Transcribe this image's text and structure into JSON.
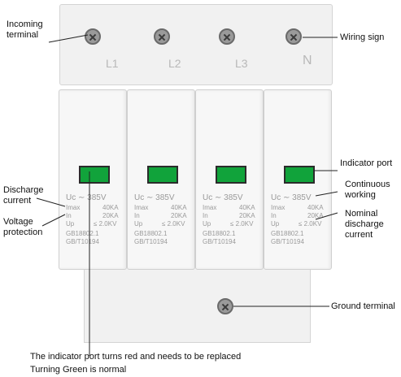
{
  "labels": {
    "incoming_terminal": "Incoming\nterminal",
    "wiring_sign": "Wiring sign",
    "indicator_port": "Indicator port",
    "continuous_working": "Continuous\nworking",
    "nominal_discharge_current": "Nominal\ndischarge\ncurrent",
    "discharge_current": "Discharge\ncurrent",
    "voltage_protection": "Voltage\nprotection",
    "ground_terminal": "Ground terminal",
    "caption_line1": "The indicator port turns red and needs to be replaced",
    "caption_line2": "Turning Green is normal"
  },
  "terminals": [
    "L1",
    "L2",
    "L3",
    "N"
  ],
  "spec": {
    "uc": "Uc  ∼ 385V",
    "imax_label": "Imax",
    "imax_value": "40KA",
    "in_label": "In",
    "in_value": "20KA",
    "up_label": "Up",
    "up_value": "≤ 2.0KV",
    "std1": "GB18802.1",
    "std2": "GB/T10194"
  },
  "colors": {
    "indicator": "#11a33b",
    "housing": "#f1f1f1"
  }
}
